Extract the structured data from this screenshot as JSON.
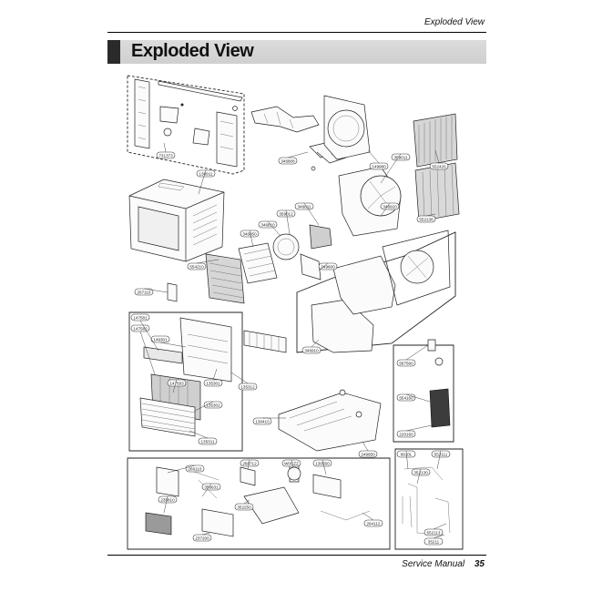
{
  "page": {
    "running_head": "Exploded View",
    "section_title": "Exploded View",
    "footer_label": "Service Manual",
    "page_number": "35"
  },
  "parts": [
    {
      "id": "p1",
      "label": "731373"
    },
    {
      "id": "p2",
      "label": "130911"
    },
    {
      "id": "p3",
      "label": "346808"
    },
    {
      "id": "p4",
      "label": "149980"
    },
    {
      "id": "p5",
      "label": "359011"
    },
    {
      "id": "p6",
      "label": "552426"
    },
    {
      "id": "p7",
      "label": "346811"
    },
    {
      "id": "p8",
      "label": "359012"
    },
    {
      "id": "p9",
      "label": "346920"
    },
    {
      "id": "p10",
      "label": "346810"
    },
    {
      "id": "p11",
      "label": "346850"
    },
    {
      "id": "p12",
      "label": "552136"
    },
    {
      "id": "p13",
      "label": "554210"
    },
    {
      "id": "p14",
      "label": "349600"
    },
    {
      "id": "p15",
      "label": "267110"
    },
    {
      "id": "p16",
      "label": "147581"
    },
    {
      "id": "p17",
      "label": "147582"
    },
    {
      "id": "p18",
      "label": "149301"
    },
    {
      "id": "p19",
      "label": "147583"
    },
    {
      "id": "p20",
      "label": "135301"
    },
    {
      "id": "p21",
      "label": "135312"
    },
    {
      "id": "p22",
      "label": "346910"
    },
    {
      "id": "p23",
      "label": "135302"
    },
    {
      "id": "p24",
      "label": "567560"
    },
    {
      "id": "p25",
      "label": "554160"
    },
    {
      "id": "p26",
      "label": "135311"
    },
    {
      "id": "p27",
      "label": "130410"
    },
    {
      "id": "p28",
      "label": "220160"
    },
    {
      "id": "p29",
      "label": "249950"
    },
    {
      "id": "p30",
      "label": "266110"
    },
    {
      "id": "p31",
      "label": "268712"
    },
    {
      "id": "p32",
      "label": "W0CZZ"
    },
    {
      "id": "p33",
      "label": "130550"
    },
    {
      "id": "p34",
      "label": "6910L"
    },
    {
      "id": "p35",
      "label": "552111"
    },
    {
      "id": "p36",
      "label": "352130"
    },
    {
      "id": "p37",
      "label": "356631"
    },
    {
      "id": "p38",
      "label": "235810"
    },
    {
      "id": "p39",
      "label": "352250"
    },
    {
      "id": "p40",
      "label": "237200"
    },
    {
      "id": "p41",
      "label": "264112"
    },
    {
      "id": "p42",
      "label": "552113"
    },
    {
      "id": "p43",
      "label": "35211"
    }
  ]
}
